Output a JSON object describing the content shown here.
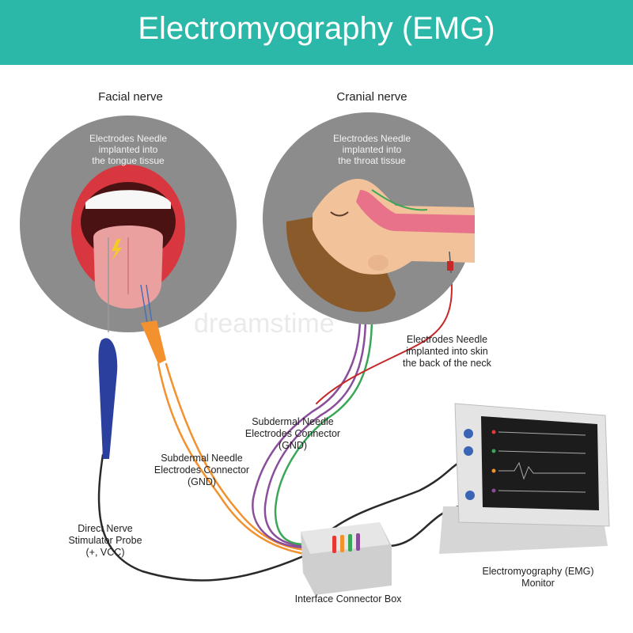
{
  "title": "Electromyography (EMG)",
  "panels": {
    "facial": {
      "heading": "Facial nerve",
      "caption": [
        "Electrodes Needle",
        "implanted into",
        "the tongue tissue"
      ]
    },
    "cranial": {
      "heading": "Cranial nerve",
      "caption": [
        "Electrodes Needle",
        "implanted into",
        "the throat tissue"
      ]
    }
  },
  "labels": {
    "skin_needle": [
      "Electrodes Needle",
      "implanted into skin",
      "the back of the neck"
    ],
    "connector_upper": [
      "Subdermal Needle",
      "Electrodes Connector",
      "(GND)"
    ],
    "connector_lower": [
      "Subdermal Needle",
      "Electrodes Connector",
      "(GND)"
    ],
    "probe": [
      "Direct Nerve",
      "Stimulator Probe",
      "(+, VCC)"
    ],
    "monitor": [
      "Electromyography (EMG)",
      "Monitor"
    ],
    "box": "Interface Connector Box"
  },
  "watermark": "dreamstime",
  "colors": {
    "header": "#2bb8a9",
    "circle": "#8c8c8c",
    "wire_orange": "#f2912e",
    "wire_purple": "#8a4d9a",
    "wire_green": "#3aa657",
    "wire_red": "#c62828",
    "probe_blue": "#2b3f9e"
  }
}
